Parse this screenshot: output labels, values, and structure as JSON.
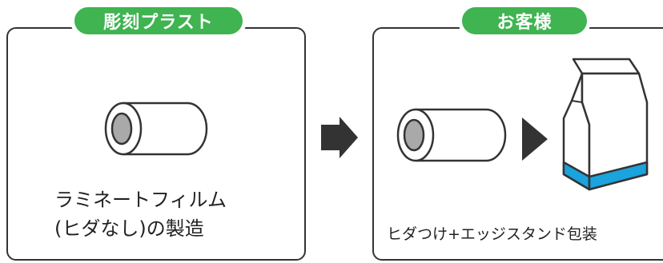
{
  "left_panel": {
    "tag": "彫刻プラスト",
    "caption_line1": "ラミネートフィルム",
    "caption_line2": "(ヒダなし)の製造"
  },
  "right_panel": {
    "tag": "お客様",
    "caption": "ヒダつけ+エッジスタンド包装"
  },
  "colors": {
    "tag_green": "#3fb450",
    "border": "#333333",
    "roll_core": "#a9a9a9",
    "bag_bottom": "#1aa3dc",
    "arrow": "#333333"
  },
  "icons": [
    "film-roll-icon",
    "arrow-right-icon",
    "triangle-right-icon",
    "stand-up-pouch-icon"
  ]
}
